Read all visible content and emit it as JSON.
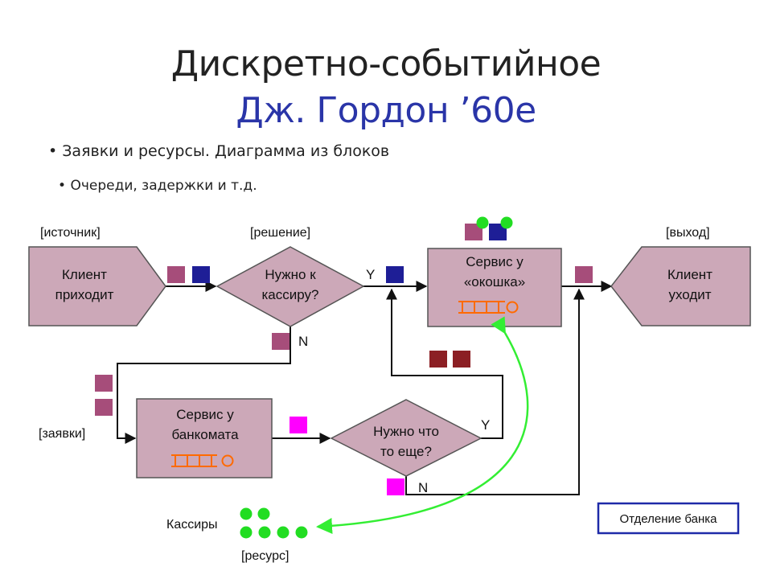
{
  "title": {
    "line1": "Дискретно-событийное",
    "line2": "Дж. Гордон ’60е"
  },
  "bullets": [
    "Заявки и ресурсы. Диаграмма из блоков",
    "Очереди, задержки и т.д."
  ],
  "colors": {
    "block_fill": "#cca8b8",
    "request_mauve": "#a64d7a",
    "request_navy": "#1e1e96",
    "request_darkred": "#8c1f24",
    "request_magenta": "#ff00ff",
    "resource_green": "#22dd22",
    "counter_orange": "#ff6a00",
    "link_green": "#33ee33",
    "title_blue": "#2a35a8",
    "legend_border": "#1e2aa8"
  },
  "diagram": {
    "labels": {
      "source": "[источник]",
      "decision": "[решение]",
      "exit": "[выход]",
      "queue": "[заявки]",
      "resource": "[ресурс]"
    },
    "blocks": {
      "client_arrives": [
        "Клиент",
        "приходит"
      ],
      "need_cashier": [
        "Нужно к",
        "кассиру?"
      ],
      "window_service": [
        "Сервис у",
        "«окошка»"
      ],
      "client_leaves": [
        "Клиент",
        "уходит"
      ],
      "atm_service": [
        "Сервис у",
        "банкомата"
      ],
      "need_more": [
        "Нужно что",
        "то еще?"
      ]
    },
    "branches": {
      "cashier_yes": "Y",
      "cashier_no": "N",
      "more_yes": "Y",
      "more_no": "N"
    },
    "resource_label": "Кассиры",
    "legend": "Отделение банка"
  }
}
